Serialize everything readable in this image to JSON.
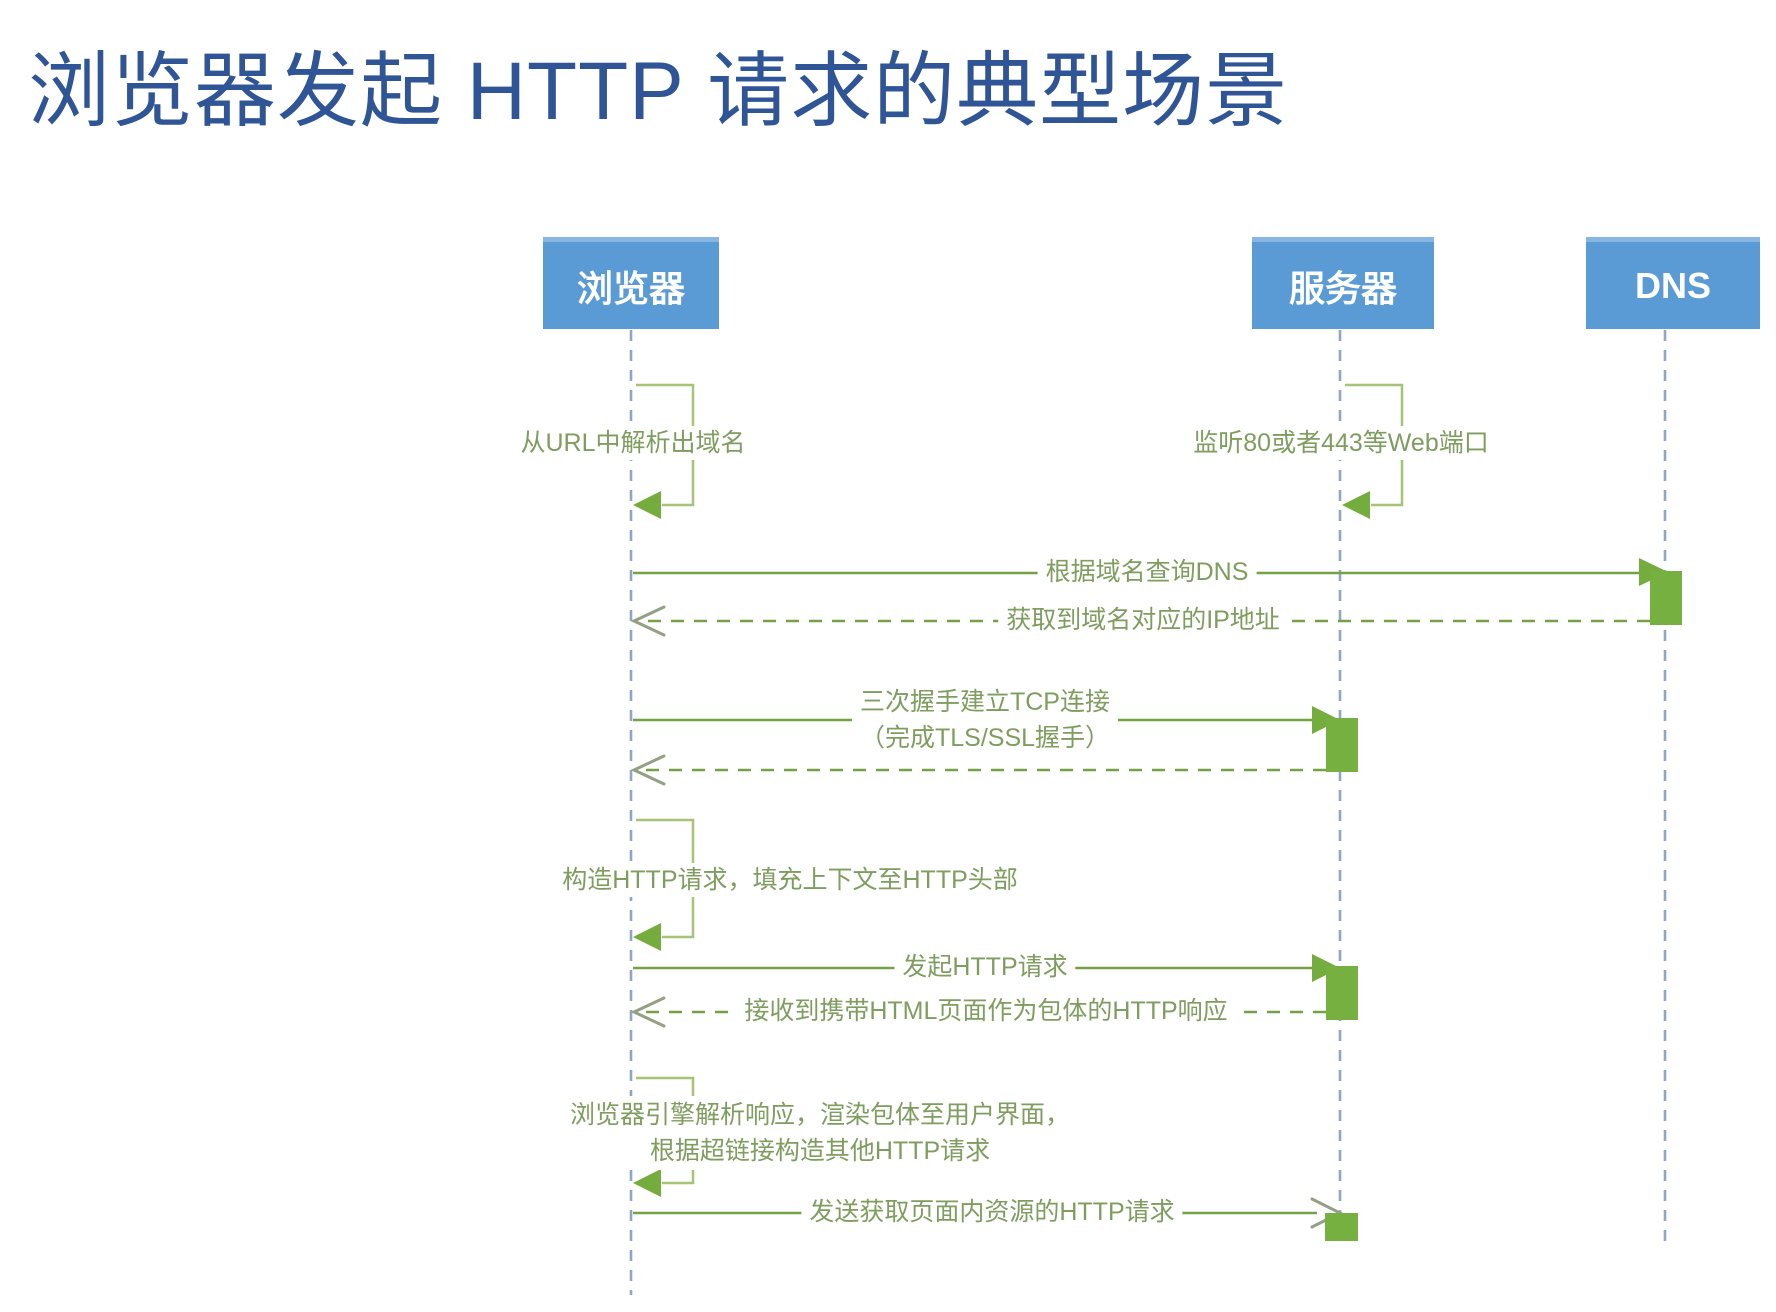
{
  "title": "浏览器发起 HTTP 请求的典型场景",
  "diagram_type": "sequence-diagram",
  "actors": [
    {
      "label": "浏览器"
    },
    {
      "label": "服务器"
    },
    {
      "label": "DNS"
    }
  ],
  "messages": [
    {
      "type": "self",
      "actor": "浏览器",
      "label": "从URL中解析出域名"
    },
    {
      "type": "self",
      "actor": "服务器",
      "label": "监听80或者443等Web端口"
    },
    {
      "type": "request",
      "from": "浏览器",
      "to": "DNS",
      "label": "根据域名查询DNS"
    },
    {
      "type": "reply",
      "from": "DNS",
      "to": "浏览器",
      "label": "获取到域名对应的IP地址"
    },
    {
      "type": "request",
      "from": "浏览器",
      "to": "服务器",
      "label": "三次握手建立TCP连接",
      "label2": "（完成TLS/SSL握手）"
    },
    {
      "type": "reply",
      "from": "服务器",
      "to": "浏览器"
    },
    {
      "type": "self",
      "actor": "浏览器",
      "label": "构造HTTP请求，填充上下文至HTTP头部"
    },
    {
      "type": "request",
      "from": "浏览器",
      "to": "服务器",
      "label": "发起HTTP请求"
    },
    {
      "type": "reply",
      "from": "服务器",
      "to": "浏览器",
      "label": "接收到携带HTML页面作为包体的HTTP响应"
    },
    {
      "type": "self",
      "actor": "浏览器",
      "label": "浏览器引擎解析响应，渲染包体至用户界面，",
      "label2": "根据超链接构造其他HTTP请求"
    },
    {
      "type": "request",
      "from": "浏览器",
      "to": "服务器",
      "label": "发送获取页面内资源的HTTP请求"
    }
  ],
  "colors": {
    "title": "#2F5597",
    "actor_box": "#5B9BD5",
    "actor_box_top_edge": "#86B6E1",
    "lifeline": "#8FA6C8",
    "message_line": "#74A146",
    "loop_line": "#A6C377",
    "arrowhead_fill": "#74AD3E",
    "activation_fill": "#76B041",
    "open_arrowhead": "#93A083",
    "label_text": "#7E9D5E"
  }
}
